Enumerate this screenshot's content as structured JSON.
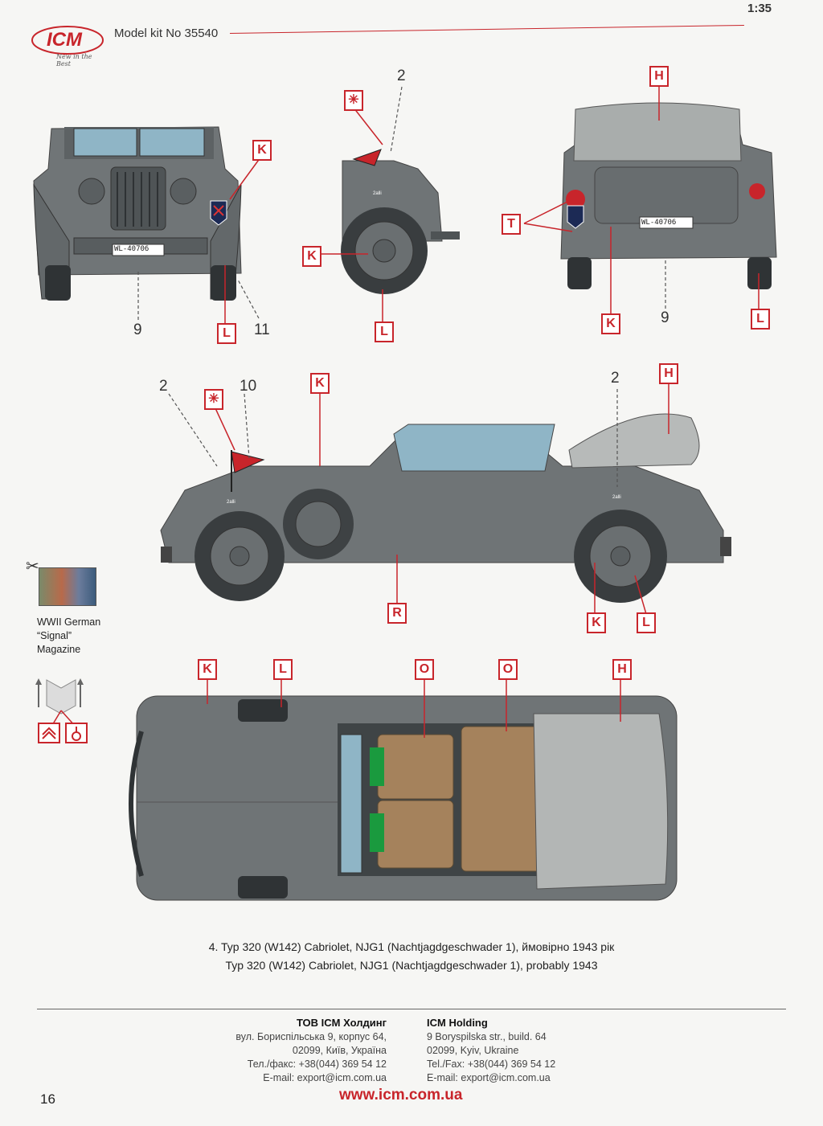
{
  "header": {
    "logo_text": "ICM",
    "logo_tagline": "New in the Best",
    "model_kit": "Model kit No 35540",
    "scale": "1:35"
  },
  "callouts": {
    "front_view": [
      "K",
      "L",
      "9",
      "11"
    ],
    "side_detail": [
      "2",
      "K",
      "L"
    ],
    "rear_view": [
      "H",
      "T",
      "K",
      "9",
      "L"
    ],
    "side_view": [
      "2",
      "10",
      "K",
      "2",
      "H",
      "R",
      "K",
      "L"
    ],
    "top_view": [
      "K",
      "L",
      "O",
      "O",
      "H"
    ]
  },
  "license_plate": "WL-40706",
  "side_marking": "2alli",
  "reference": {
    "label_line1": "WWII German",
    "label_line2": "“Signal”",
    "label_line3": "Magazine"
  },
  "caption": {
    "line_ua": "4. Typ 320 (W142) Cabriolet, NJG1 (Nachtjagdgeschwader 1), ймовірно 1943 рік",
    "line_en": "Typ 320 (W142) Cabriolet, NJG1 (Nachtjagdgeschwader 1), probably 1943"
  },
  "footer": {
    "ua": {
      "company": "ТОВ ICM Холдинг",
      "addr1": "вул. Бориспільська 9, корпус 64,",
      "addr2": "02099, Київ, Україна",
      "phone": "Тел./факс: +38(044) 369 54 12",
      "email": "E-mail: export@icm.com.ua"
    },
    "en": {
      "company": "ICM Holding",
      "addr1": "9 Boryspilska str., build. 64",
      "addr2": "02099, Kyiv, Ukraine",
      "phone": "Tel./Fax: +38(044) 369 54 12",
      "email": "E-mail: export@icm.com.ua"
    },
    "website": "www.icm.com.ua",
    "page_number": "16"
  },
  "colors": {
    "accent_red": "#c8252b",
    "vehicle_gray": "#6f7476",
    "canvas_top": "#b3b6b5",
    "seat_tan": "#a5825c",
    "window_blue": "#8fb5c6"
  }
}
